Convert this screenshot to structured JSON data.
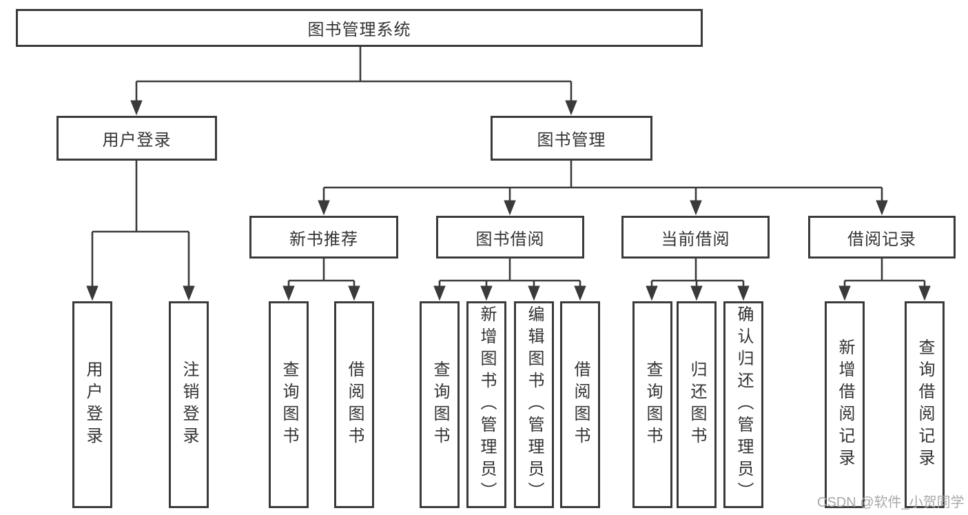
{
  "diagram": {
    "root": {
      "label": "图书管理系统"
    },
    "user_login": {
      "label": "用户登录",
      "children": [
        {
          "label": "用户登录"
        },
        {
          "label": "注销登录"
        }
      ]
    },
    "book_management": {
      "label": "图书管理",
      "sections": [
        {
          "label": "新书推荐",
          "children": [
            {
              "label": "查询图书"
            },
            {
              "label": "借阅图书"
            }
          ]
        },
        {
          "label": "图书借阅",
          "children": [
            {
              "label": "查询图书"
            },
            {
              "label": "新增图书（管理员）"
            },
            {
              "label": "编辑图书（管理员）"
            },
            {
              "label": "借阅图书"
            }
          ]
        },
        {
          "label": "当前借阅",
          "children": [
            {
              "label": "查询图书"
            },
            {
              "label": "归还图书"
            },
            {
              "label": "确认归还（管理员）"
            }
          ]
        },
        {
          "label": "借阅记录",
          "children": [
            {
              "label": "新增借阅记录"
            },
            {
              "label": "查询借阅记录"
            }
          ]
        }
      ]
    }
  },
  "watermark": {
    "text": "CSDN @软件_小贺同学"
  },
  "colors": {
    "line": "#3a3a3a",
    "box_border": "#3a3a3a",
    "box_fill": "#ffffff",
    "text": "#333333",
    "watermark": "#a8a8a8",
    "background": "#ffffff"
  }
}
